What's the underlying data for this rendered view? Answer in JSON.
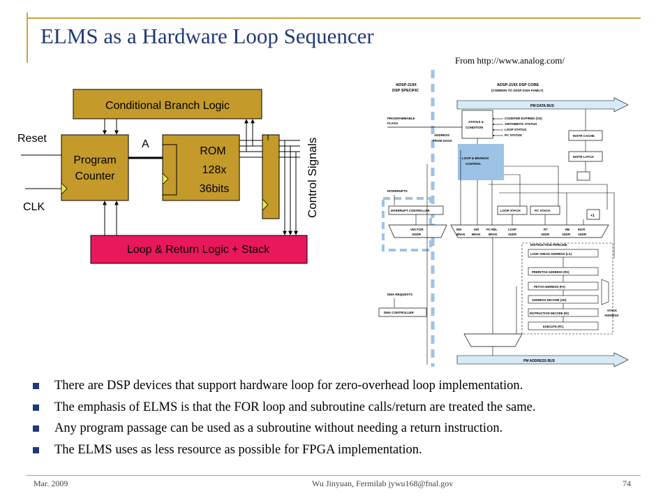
{
  "title": "ELMS as a Hardware Loop Sequencer",
  "source_note": "From http://www.analog.com/",
  "left_diagram": {
    "conditional_branch_logic": "Conditional Branch Logic",
    "program_counter": [
      "Program",
      "Counter"
    ],
    "rom": [
      "ROM",
      "128x",
      "36bits"
    ],
    "loop_return": "Loop & Return Logic + Stack",
    "reset": "Reset",
    "clk": "CLK",
    "address_label": "A",
    "control_signals": "Control Signals"
  },
  "adi_diagram": {
    "header_left": [
      "ADSP-219X",
      "DSP SPECIFIC"
    ],
    "header_right": [
      "ADSP-219X DSP CORE",
      "(COMMON TO ADSP-219X FAMILY)"
    ],
    "pm_data_bus": "PM DATA BUS",
    "pm_address_bus": "PM ADDRESS BUS",
    "programmable_flags": [
      "PROGRAMMABLE",
      "FLAGS"
    ],
    "status_condition": [
      "STATUS &",
      "CONDITION"
    ],
    "status_inputs": [
      "COUNTER EXPIRED (CE)",
      "ARITHMETIC STATUS",
      "LOOP STATUS",
      "PC STATUS"
    ],
    "address_from_dags": [
      "ADDRESS",
      "FROM DAGS"
    ],
    "loop_branch_control": [
      "LOOP & BRANCH",
      "CONTROL"
    ],
    "instr_cache": "INSTR CACHE",
    "instr_latch": "INSTR LATCH",
    "interrupts": "INTERRUPTS",
    "interrupt_controller": "INTERRUPT CONTROLLER",
    "loop_stack": "LOOP STACK",
    "pc_stack": "PC STACK",
    "plus_one": "+1",
    "mux_left_labels": [
      [
        "VECTOR",
        "ADDR"
      ]
    ],
    "mux_right_labels": [
      [
        "IND",
        "BRAN"
      ],
      [
        "DIR",
        "BRAN"
      ],
      [
        "PC-REL",
        "BRAN"
      ],
      [
        "LOOP",
        "ADDR"
      ],
      [
        "RT",
        "ADDR"
      ],
      [
        "RB",
        "ADDR"
      ],
      [
        "INCR",
        "ADDR"
      ]
    ],
    "instruction_pipeline": "INSTRUCTION PIPELINE",
    "pipeline": [
      "LOOK AHEAD ADDRESS (LA)",
      "PREFETCH ADDRESS (PA)",
      "FETCH ADDRESS (FA)",
      "ADDRESS DECODE (AD)",
      "INSTRUCTION DECODE (ID)",
      "EXECUTE (PC)"
    ],
    "stack_address": [
      "STACK",
      "ADDRESS"
    ],
    "dma_requests": "DMA REQUESTS",
    "dma_controller": "DMA CONTROLLER"
  },
  "bullets": [
    "There are DSP devices that support hardware loop for zero-overhead loop implementation.",
    "The emphasis of ELMS is that the FOR loop and subroutine calls/return are treated the same.",
    "Any program passage can be used as a subroutine without needing a return instruction.",
    "The ELMS uses as less resource as possible for FPGA implementation."
  ],
  "footer": {
    "date": "Mar. 2009",
    "author": "Wu Jinyuan, Fermilab jywu168@fnal.gov",
    "page": "74"
  },
  "colors": {
    "block_gold": "#c49a2a",
    "loop_block": "#e8185a",
    "title_blue": "#1f3a7a",
    "frame": "#c9a43c",
    "dashed_blue": "#9cc3e6"
  }
}
